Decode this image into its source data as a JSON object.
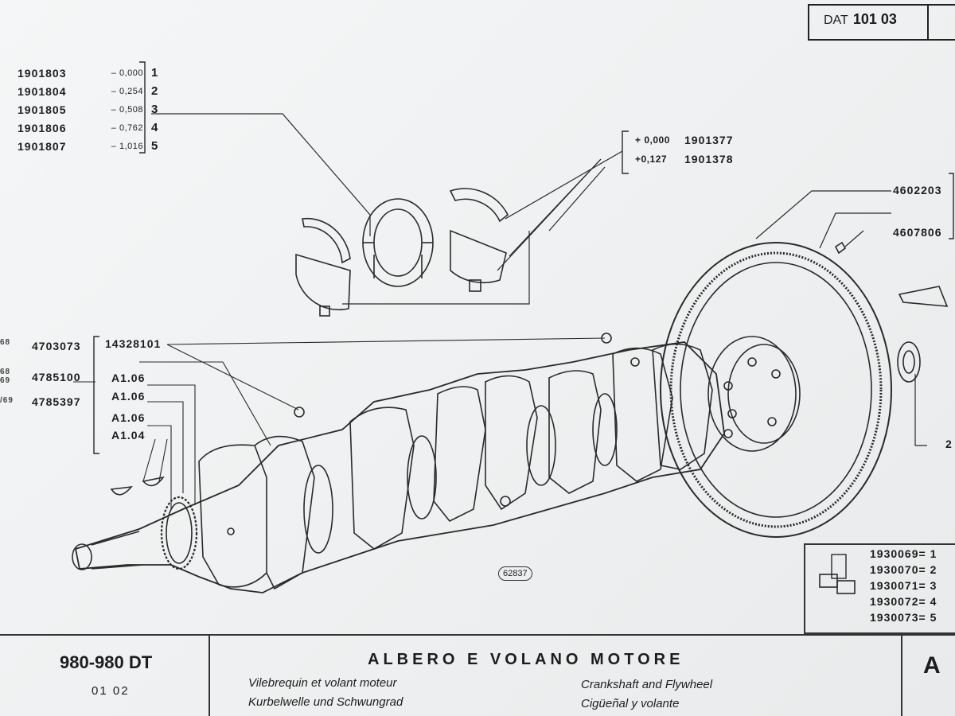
{
  "header": {
    "prefix": "DAT",
    "code": "101 03"
  },
  "bearing_shells": [
    {
      "code": "1901803",
      "size": "– 0,000",
      "ref": "1"
    },
    {
      "code": "1901804",
      "size": "– 0,254",
      "ref": "2"
    },
    {
      "code": "1901805",
      "size": "– 0,508",
      "ref": "3"
    },
    {
      "code": "1901806",
      "size": "– 0,762",
      "ref": "4"
    },
    {
      "code": "1901807",
      "size": "– 1,016",
      "ref": "5"
    }
  ],
  "thrust_washers": [
    {
      "size": "+ 0,000",
      "code": "1901377"
    },
    {
      "size": "+0,127",
      "code": "1901378"
    }
  ],
  "left_parts": [
    {
      "prefix": "68",
      "code": "4703073"
    },
    {
      "prefix": "68\n69",
      "code": "4785100"
    },
    {
      "prefix": "/69",
      "code": "4785397"
    }
  ],
  "plug_code": "14328101",
  "shim_codes": [
    "A1.06",
    "A1.06",
    "A1.06",
    "A1.04"
  ],
  "flywheel_parts": [
    "4602203",
    "4607806"
  ],
  "right_partial": "2",
  "drawing_ref": "62837",
  "kit": [
    {
      "code": "1930069",
      "ref": "1"
    },
    {
      "code": "1930070",
      "ref": "2"
    },
    {
      "code": "1930071",
      "ref": "3"
    },
    {
      "code": "1930072",
      "ref": "4"
    },
    {
      "code": "1930073",
      "ref": "5"
    }
  ],
  "footer": {
    "model": "980-980 DT",
    "edition": "01   02",
    "title_it": "ALBERO E VOLANO MOTORE",
    "title_fr": "Vilebrequin et volant moteur",
    "title_de": "Kurbelwelle und Schwungrad",
    "title_en": "Crankshaft and Flywheel",
    "title_es": "Cigüeñal y volante",
    "corner": "A"
  }
}
